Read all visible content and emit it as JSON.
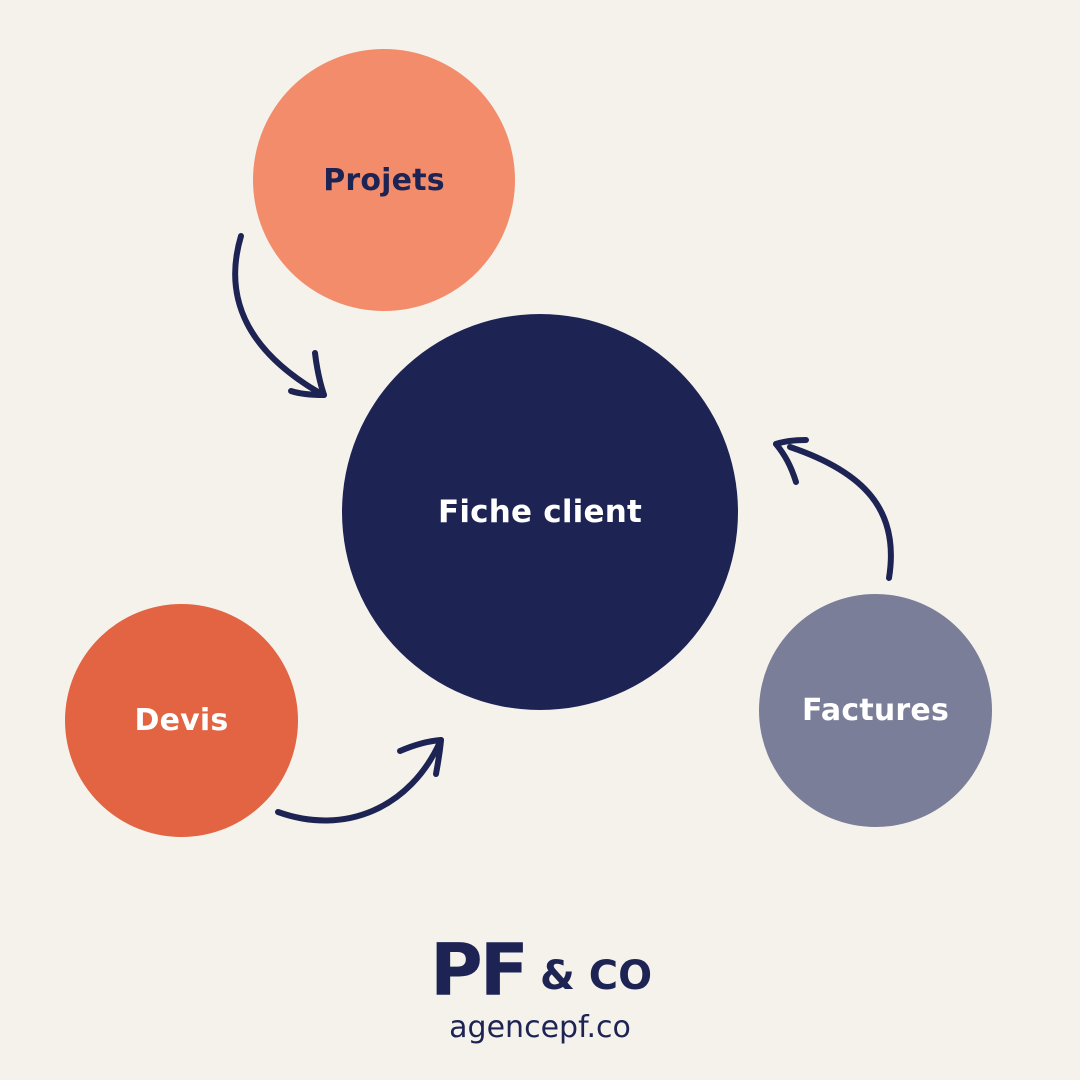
{
  "colors": {
    "background": "#f5f2ec",
    "navy": "#1d2454",
    "salmon": "#f28c6b",
    "orange": "#e26442",
    "slate": "#7a7e98",
    "white": "#ffffff"
  },
  "nodes": {
    "projets": {
      "label": "Projets",
      "fill": "#f28c6b",
      "text_color": "#1d2454"
    },
    "fiche_client": {
      "label": "Fiche client",
      "fill": "#1d2454",
      "text_color": "#ffffff"
    },
    "devis": {
      "label": "Devis",
      "fill": "#e26442",
      "text_color": "#ffffff"
    },
    "factures": {
      "label": "Factures",
      "fill": "#7a7e98",
      "text_color": "#ffffff"
    }
  },
  "edges": [
    {
      "from": "projets",
      "to": "fiche_client"
    },
    {
      "from": "devis",
      "to": "fiche_client"
    },
    {
      "from": "factures",
      "to": "fiche_client"
    }
  ],
  "footer": {
    "logo_letters": "PF",
    "logo_suffix": "& CO",
    "website": "agencepf.co"
  }
}
